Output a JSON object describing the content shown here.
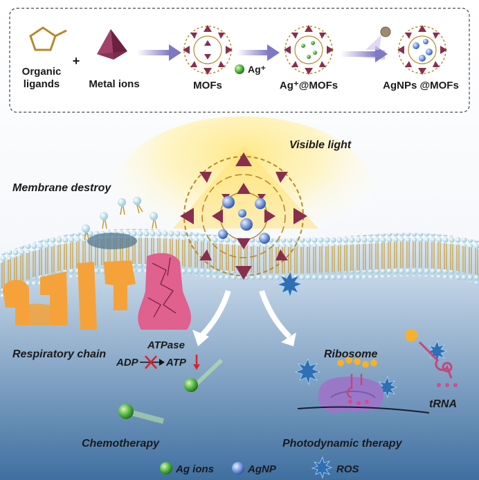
{
  "synthesis": {
    "organic_ligands_line1": "Organic",
    "organic_ligands_line2": "ligands",
    "plus": "+",
    "metal_ions": "Metal ions",
    "mofs": "MOFs",
    "ag_ion": "Ag⁺",
    "ag_at_mofs": "Ag⁺@MOFs",
    "agnps_at_mofs": "AgNPs @MOFs"
  },
  "scene": {
    "visible_light": "Visible light",
    "membrane_destroy": "Membrane destroy",
    "respiratory_chain": "Respiratory chain",
    "atpase": "ATPase",
    "adp": "ADP",
    "atp": "ATP",
    "ribosome": "Ribosome",
    "trna": "tRNA",
    "chemotherapy": "Chemotherapy",
    "photodynamic_therapy": "Photodynamic therapy"
  },
  "legend": {
    "ag_ions": "Ag ions",
    "agnp": "AgNP",
    "ros": "ROS"
  },
  "colors": {
    "ligand": "#b8892a",
    "metal_node": "#8a2e4e",
    "ag_ion": "#4caf3a",
    "agnp": "#5f86d6",
    "ros": "#2f6fb3",
    "membrane_head": "#bfe3ef",
    "atpase": "#e0608e",
    "respiratory": "#f5a23a",
    "ribosome": "#9a78c8",
    "trna": "#c4467a",
    "arrow": "#8a84c9"
  }
}
